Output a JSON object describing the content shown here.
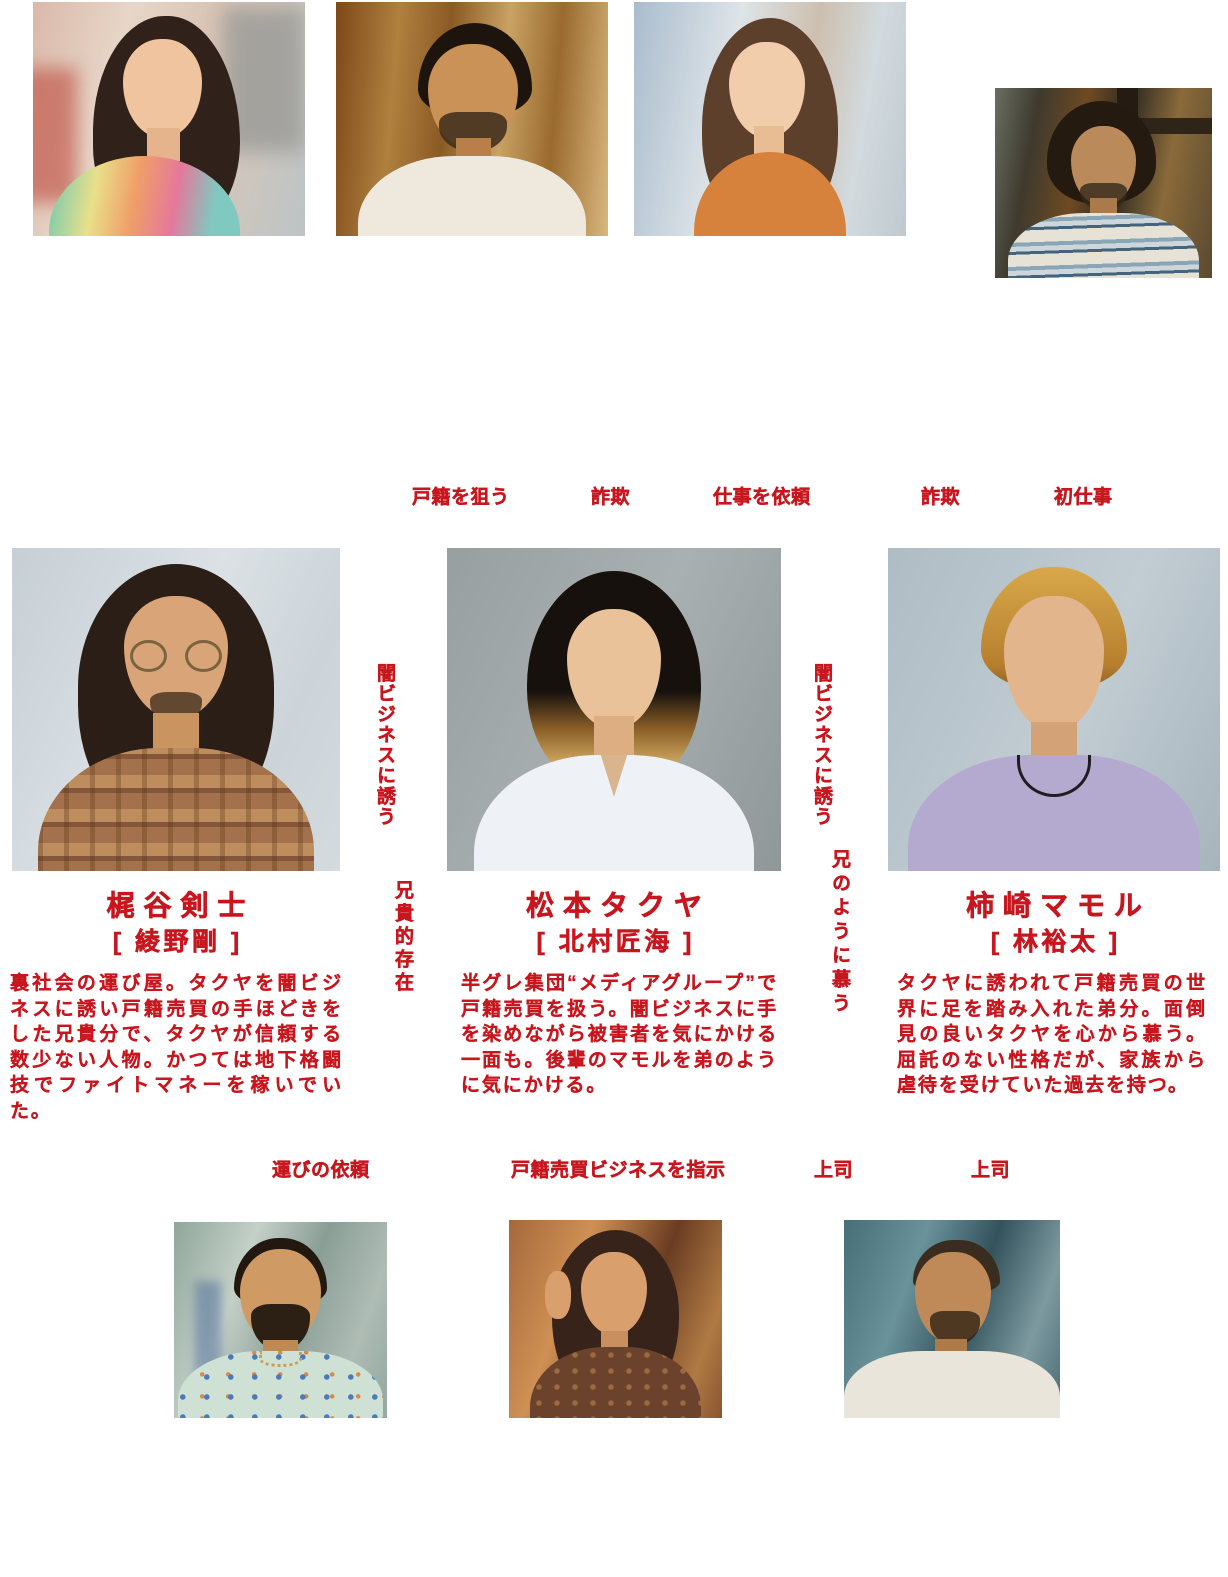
{
  "accent_color": "#c8161e",
  "relations": {
    "top": [
      "戸籍を狙う",
      "詐欺",
      "仕事を依頼",
      "詐欺",
      "初仕事"
    ],
    "side": [
      "闇ビジネスに誘う",
      "兄貴的存在",
      "闇ビジネスに誘う",
      "兄のように慕う"
    ],
    "bottom": [
      "運びの依頼",
      "戸籍売買ビジネスを指示",
      "上司",
      "上司"
    ]
  },
  "characters": [
    {
      "name": "梶谷剣士",
      "actor": "[ 綾野剛 ]",
      "description": "裏社会の運び屋。タクヤを闇ビジネスに誘い戸籍売買の手ほどきをした兄貴分で、タクヤが信頼する数少ない人物。かつては地下格闘技でファイトマネーを稼いでいた。"
    },
    {
      "name": "松本タクヤ",
      "actor": "[ 北村匠海 ]",
      "description": "半グレ集団“メディアグループ”で戸籍売買を扱う。闇ビジネスに手を染めながら被害者を気にかける一面も。後輩のマモルを弟のように気にかける。"
    },
    {
      "name": "柿崎マモル",
      "actor": "[ 林裕太 ]",
      "description": "タクヤに誘われて戸籍売買の世界に足を踏み入れた弟分。面倒見の良いタクヤを心から慕う。屈託のない性格だが、家族から虐待を受けていた過去を持つ。"
    }
  ]
}
